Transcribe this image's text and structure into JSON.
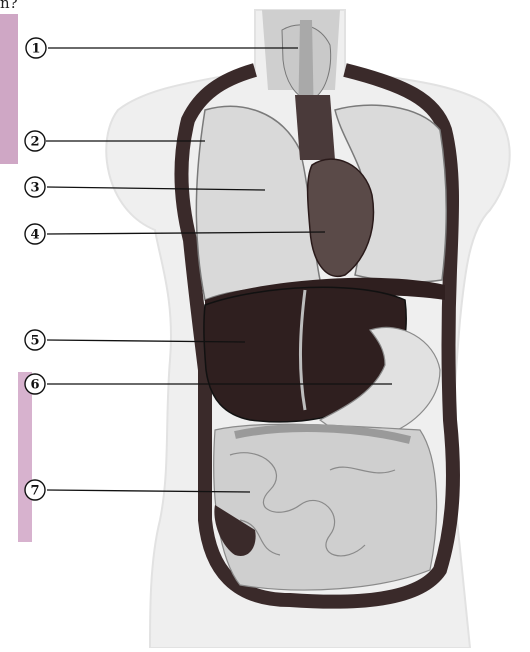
{
  "corner_text": "n?",
  "labels": [
    {
      "number": "1"
    },
    {
      "number": "2"
    },
    {
      "number": "3"
    },
    {
      "number": "4"
    },
    {
      "number": "5"
    },
    {
      "number": "6"
    },
    {
      "number": "7"
    }
  ],
  "colors": {
    "sidebar_tab": "#cfa7c5",
    "body_outline": "#e6e6e6",
    "tissue_dark": "#3a2a2a",
    "lung": "#d9d9d9",
    "liver": "#2f1f1f",
    "intestine": "#cfcfcf",
    "leader_line": "#111111"
  }
}
